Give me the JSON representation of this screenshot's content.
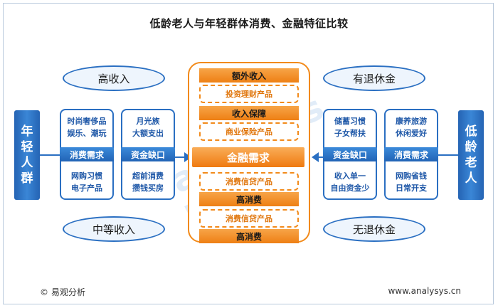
{
  "title": "低龄老人与年轻群体消费、金融特征比较",
  "left_group": {
    "label": "年轻人群",
    "top_ellipse": "高收入",
    "bottom_ellipse": "中等收入",
    "demand_box": "消费需求",
    "gap_box": "资金缺口",
    "demand_top": [
      "时尚奢侈品",
      "娱乐、潮玩"
    ],
    "demand_bottom": [
      "网购习惯",
      "电子产品"
    ],
    "gap_top": [
      "月光族",
      "大额支出"
    ],
    "gap_bottom": [
      "超前消费",
      "攒钱买房"
    ]
  },
  "right_group": {
    "label": "低龄老人",
    "top_ellipse": "有退休金",
    "bottom_ellipse": "无退休金",
    "gap_box": "资金缺口",
    "demand_box": "消费需求",
    "gap_top": [
      "储蓄习惯",
      "子女帮扶"
    ],
    "gap_bottom": [
      "收入单一",
      "自由资金少"
    ],
    "demand_top": [
      "康养旅游",
      "休闲爱好"
    ],
    "demand_bottom": [
      "网购省钱",
      "日常开支"
    ]
  },
  "center": {
    "core": "金融需求",
    "bar1": "额外收入",
    "dash1": "投资理财产品",
    "bar2": "收入保障",
    "dash2": "商业保险产品",
    "dash3": "消费信贷产品",
    "bar3": "高消费",
    "dash4": "消费信贷产品",
    "bar4": "高消费"
  },
  "watermark": [
    "analysys",
    "易观分析"
  ],
  "footer": {
    "source_symbol": "©",
    "source": "易观分析",
    "url": "www.analysys.cn"
  },
  "colors": {
    "blue": "#2a6fc2",
    "orange": "#f28a1a"
  }
}
